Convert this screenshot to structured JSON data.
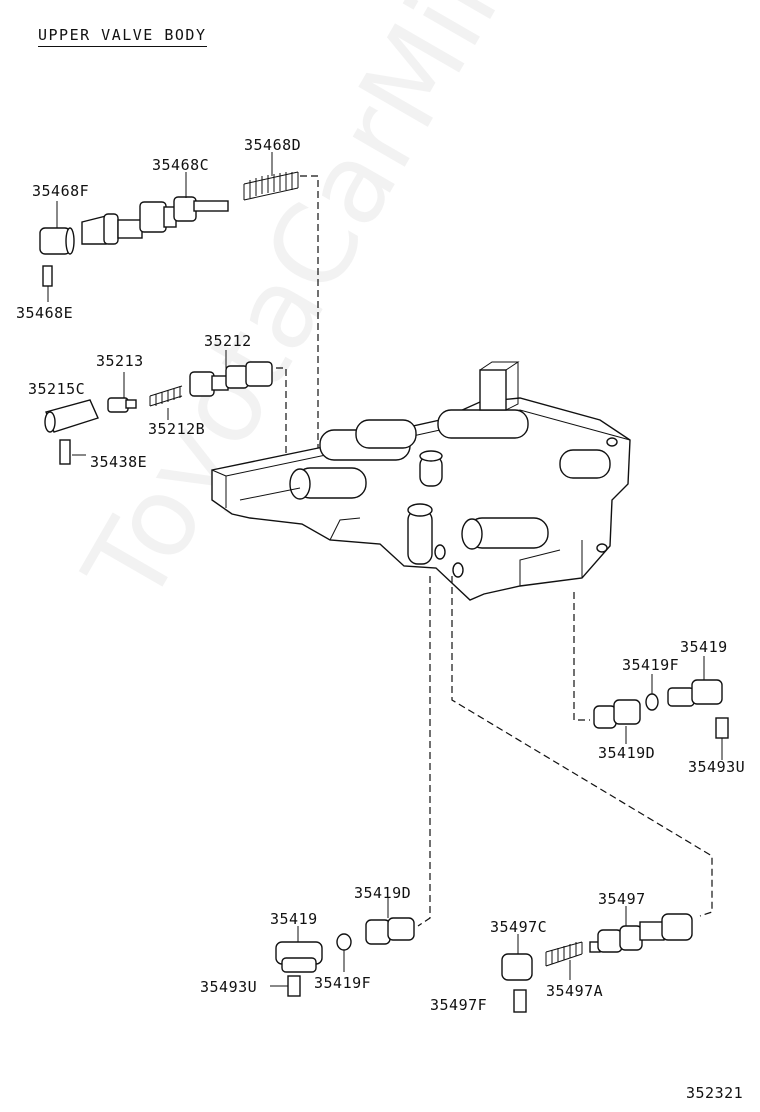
{
  "title": "UPPER VALVE BODY",
  "document_number": "352321",
  "watermark": "ToyotaCarMine.ru",
  "part_labels": [
    {
      "id": "35468D",
      "text": "35468D"
    },
    {
      "id": "35468C",
      "text": "35468C"
    },
    {
      "id": "35468F",
      "text": "35468F"
    },
    {
      "id": "35468E",
      "text": "35468E"
    },
    {
      "id": "35213",
      "text": "35213"
    },
    {
      "id": "35212",
      "text": "35212"
    },
    {
      "id": "35215C",
      "text": "35215C"
    },
    {
      "id": "35212B",
      "text": "35212B"
    },
    {
      "id": "35438E",
      "text": "35438E"
    },
    {
      "id": "35419_right",
      "text": "35419"
    },
    {
      "id": "35419F_right",
      "text": "35419F"
    },
    {
      "id": "35419D_right",
      "text": "35419D"
    },
    {
      "id": "35493U_right",
      "text": "35493U"
    },
    {
      "id": "35419D_bottom",
      "text": "35419D"
    },
    {
      "id": "35419_bottom",
      "text": "35419"
    },
    {
      "id": "35493U_bottom",
      "text": "35493U"
    },
    {
      "id": "35419F_bottom",
      "text": "35419F"
    },
    {
      "id": "35497C",
      "text": "35497C"
    },
    {
      "id": "35497",
      "text": "35497"
    },
    {
      "id": "35497A",
      "text": "35497A"
    },
    {
      "id": "35497F",
      "text": "35497F"
    }
  ]
}
